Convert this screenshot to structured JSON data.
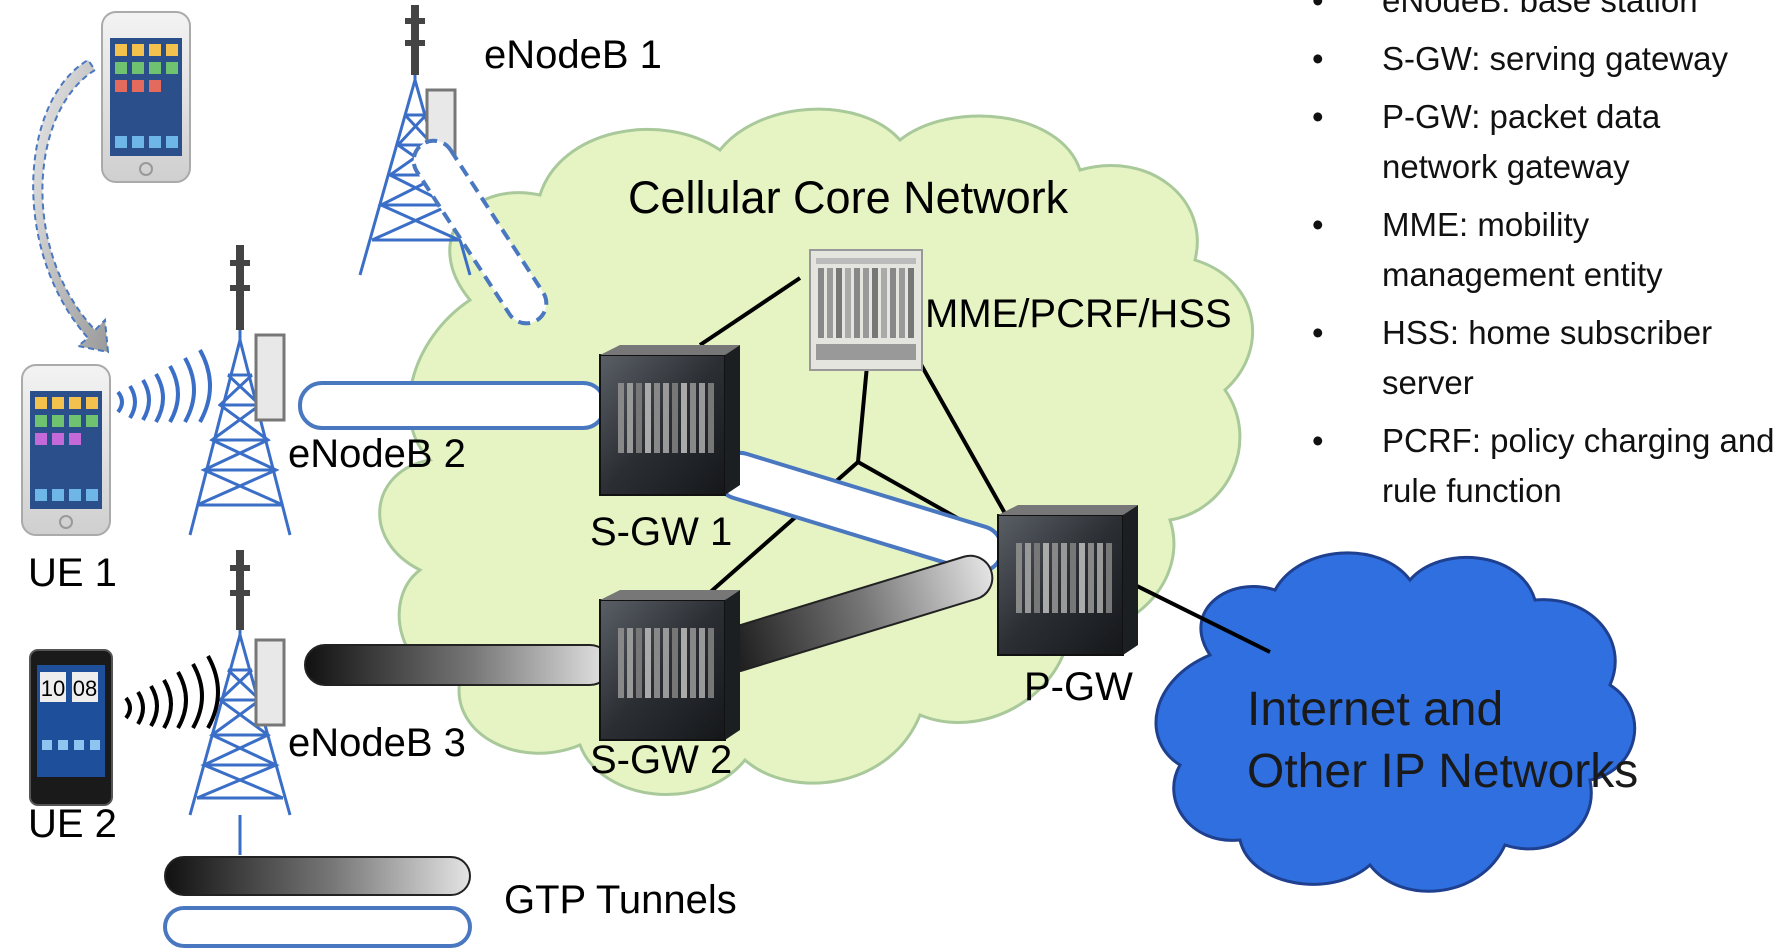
{
  "labels": {
    "core_network": "Cellular Core Network",
    "internet": [
      "Internet and",
      "Other IP Networks"
    ],
    "enodeb1": "eNodeB 1",
    "enodeb2": "eNodeB 2",
    "enodeb3": "eNodeB 3",
    "mme": "MME/PCRF/HSS",
    "sgw1": "S-GW 1",
    "sgw2": "S-GW 2",
    "pgw": "P-GW",
    "ue1": "UE 1",
    "ue2": "UE 2",
    "gtp_tunnels": "GTP Tunnels"
  },
  "legend": [
    "eNodeB: base station",
    "S-GW: serving gateway",
    "P-GW: packet data network gateway",
    "MME: mobility management entity",
    "HSS: home subscriber server",
    "PCRF: policy charging and rule function"
  ],
  "phone2_clock": [
    "10",
    "08"
  ],
  "colors": {
    "core_cloud": "#e6f4c4",
    "core_cloud_stroke": "#a9c99a",
    "internet_cloud": "#2f6fe0",
    "internet_cloud_stroke": "#1f3f8f",
    "tower": "#3b6fc7",
    "tunnel_outline": "#4a78c0"
  }
}
